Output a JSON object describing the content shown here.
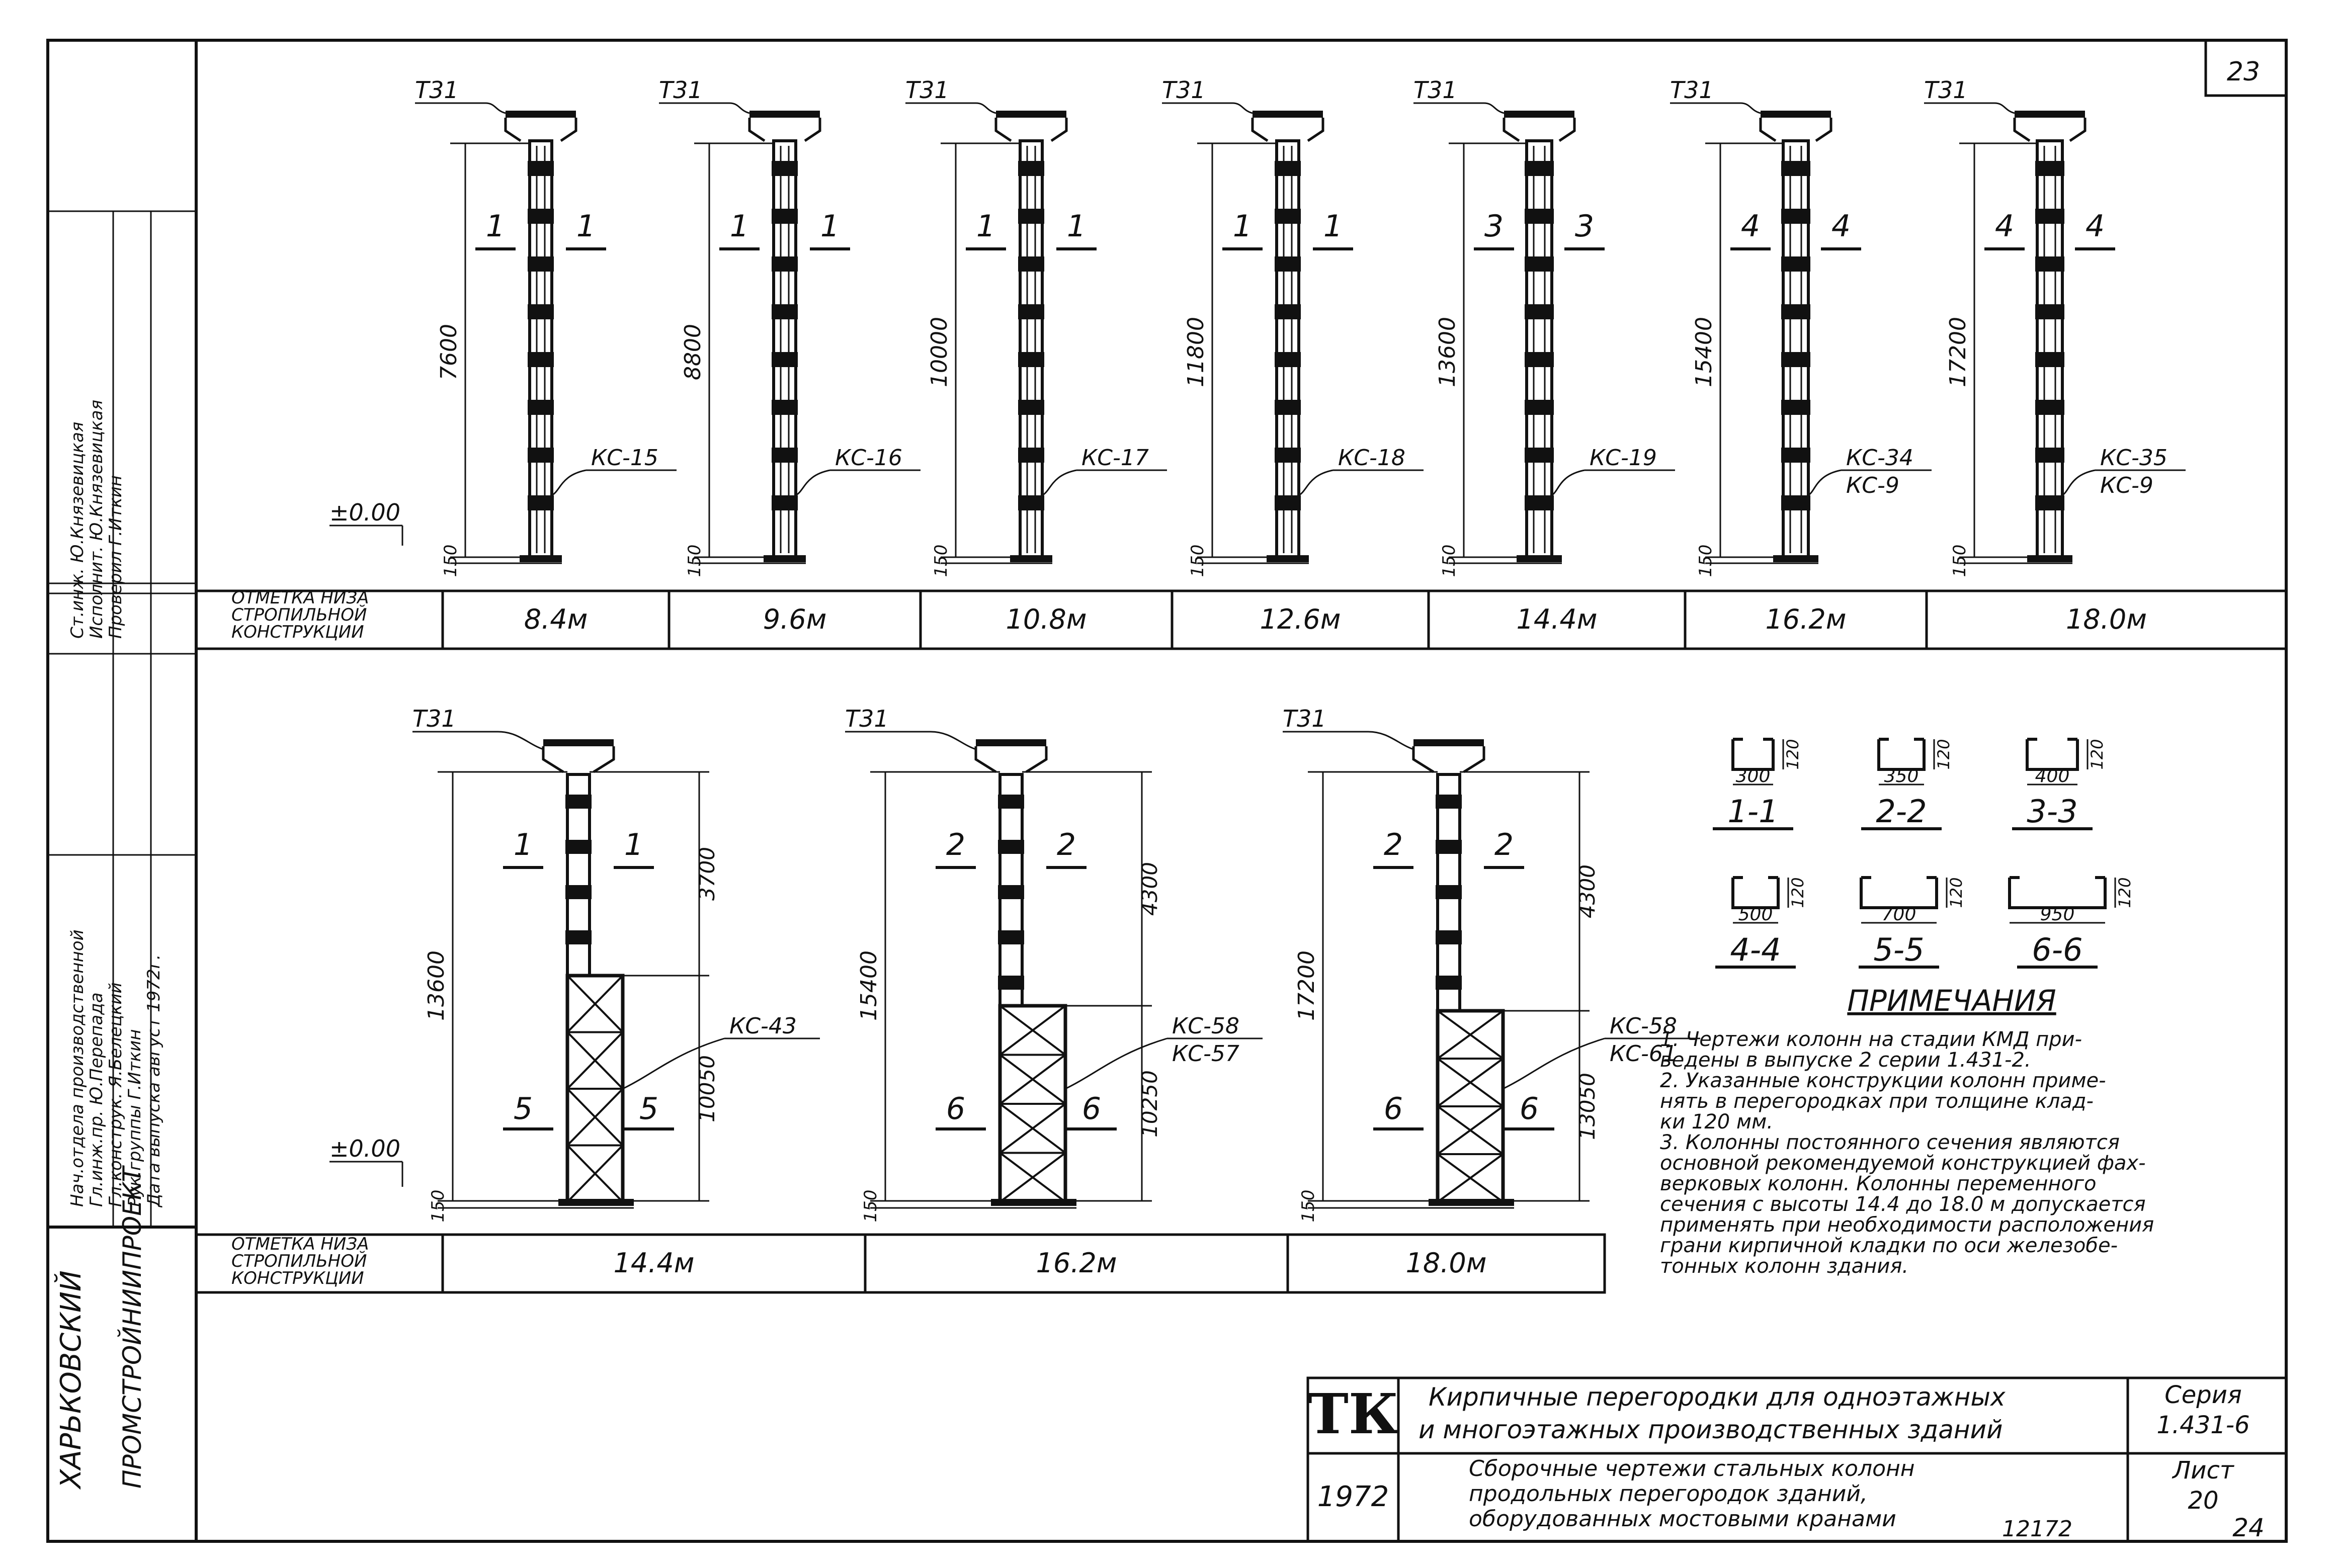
{
  "sheet": {
    "page_number_top": "23",
    "page_number_bottom": "24",
    "inventory_number": "12172"
  },
  "left_stamp": {
    "org_line1": "ХАРЬКОВСКИЙ",
    "org_line2": "ПРОМСТРОЙНИИПРОЕКТ",
    "rows_a": [
      "Нач.отдела производственной",
      "Гл.инж.пр. Ю.Перепада",
      "Гл.конструк. Я.Белецкий",
      "Рук.группы Г.Иткин",
      "Дата выпуска  август 1972г."
    ],
    "rows_b": [
      "Ст.инж. Ю.Князевицкая",
      "Исполнит. Ю.Князевицкая",
      "Проверил Г.Иткин"
    ]
  },
  "top_row": {
    "label": [
      "ОТМЕТКА НИЗА",
      "СТРОПИЛЬНОЙ",
      "КОНСТРУКЦИИ"
    ],
    "columns": [
      {
        "ts": "Т31",
        "height": "7600",
        "sec_l": "1",
        "sec_r": "1",
        "mark": [
          "КС-15"
        ],
        "base": "150",
        "elev": "8.4м"
      },
      {
        "ts": "Т31",
        "height": "8800",
        "sec_l": "1",
        "sec_r": "1",
        "mark": [
          "КС-16"
        ],
        "base": "150",
        "elev": "9.6м"
      },
      {
        "ts": "Т31",
        "height": "10000",
        "sec_l": "1",
        "sec_r": "1",
        "mark": [
          "КС-17"
        ],
        "base": "150",
        "elev": "10.8м"
      },
      {
        "ts": "Т31",
        "height": "11800",
        "sec_l": "1",
        "sec_r": "1",
        "mark": [
          "КС-18"
        ],
        "base": "150",
        "elev": "12.6м"
      },
      {
        "ts": "Т31",
        "height": "13600",
        "sec_l": "3",
        "sec_r": "3",
        "mark": [
          "КС-19"
        ],
        "base": "150",
        "elev": "14.4м"
      },
      {
        "ts": "Т31",
        "height": "15400",
        "sec_l": "4",
        "sec_r": "4",
        "mark": [
          "КС-34",
          "КС-9"
        ],
        "base": "150",
        "elev": "16.2м"
      },
      {
        "ts": "Т31",
        "height": "17200",
        "sec_l": "4",
        "sec_r": "4",
        "mark": [
          "КС-35",
          "КС-9"
        ],
        "base": "150",
        "elev": "18.0м"
      }
    ],
    "zero_mark": "±0.00"
  },
  "bottom_row": {
    "label": [
      "ОТМЕТКА НИЗА",
      "СТРОПИЛЬНОЙ",
      "КОНСТРУКЦИИ"
    ],
    "columns": [
      {
        "ts": "Т31",
        "height": "13600",
        "upper": "3700",
        "lower": "10050",
        "sec_top_l": "1",
        "sec_top_r": "1",
        "sec_bot_l": "5",
        "sec_bot_r": "5",
        "mark": [
          "КС-43"
        ],
        "base": "150",
        "elev": "14.4м"
      },
      {
        "ts": "Т31",
        "height": "15400",
        "upper": "4300",
        "lower": "10250",
        "sec_top_l": "2",
        "sec_top_r": "2",
        "sec_bot_l": "6",
        "sec_bot_r": "6",
        "mark": [
          "КС-58",
          "КС-57"
        ],
        "base": "150",
        "elev": "16.2м"
      },
      {
        "ts": "Т31",
        "height": "17200",
        "upper": "4300",
        "lower": "13050",
        "sec_top_l": "2",
        "sec_top_r": "2",
        "sec_bot_l": "6",
        "sec_bot_r": "6",
        "mark": [
          "КС-58",
          "КС-61"
        ],
        "base": "150",
        "elev": "18.0м"
      }
    ],
    "zero_mark": "±0.00"
  },
  "sections": [
    {
      "name": "1-1",
      "width": "300",
      "depth": "120"
    },
    {
      "name": "2-2",
      "width": "350",
      "depth": "120"
    },
    {
      "name": "3-3",
      "width": "400",
      "depth": "120"
    },
    {
      "name": "4-4",
      "width": "500",
      "depth": "120"
    },
    {
      "name": "5-5",
      "width": "700",
      "depth": "120"
    },
    {
      "name": "6-6",
      "width": "950",
      "depth": "120"
    }
  ],
  "notes": {
    "title": "ПРИМЕЧАНИЯ",
    "lines": [
      "1. Чертежи колонн на стадии КМД при-",
      "   ведены в выпуске 2 серии 1.431-2.",
      "2. Указанные конструкции колонн приме-",
      "   нять в перегородках при толщине клад-",
      "   ки 120 мм.",
      "3. Колонны постоянного сечения являются",
      "   основной рекомендуемой конструкцией фах-",
      "   верковых колонн. Колонны переменного",
      "   сечения с высоты 14.4 до 18.0 м допускается",
      "   применять при необходимости расположения",
      "   грани кирпичной кладки по оси железобе-",
      "   тонных колонн здания."
    ]
  },
  "title_block": {
    "logo": "ТК",
    "year": "1972",
    "title_line1": "Кирпичные перегородки для одноэтажных",
    "title_line2": "и многоэтажных производственных зданий",
    "sub_line1": "Сборочные чертежи стальных колонн",
    "sub_line2": "продольных перегородок зданий,",
    "sub_line3": "оборудованных мостовыми кранами",
    "series_label": "Серия",
    "series_value": "1.431-6",
    "sheet_label": "Лист",
    "sheet_value": "20"
  }
}
